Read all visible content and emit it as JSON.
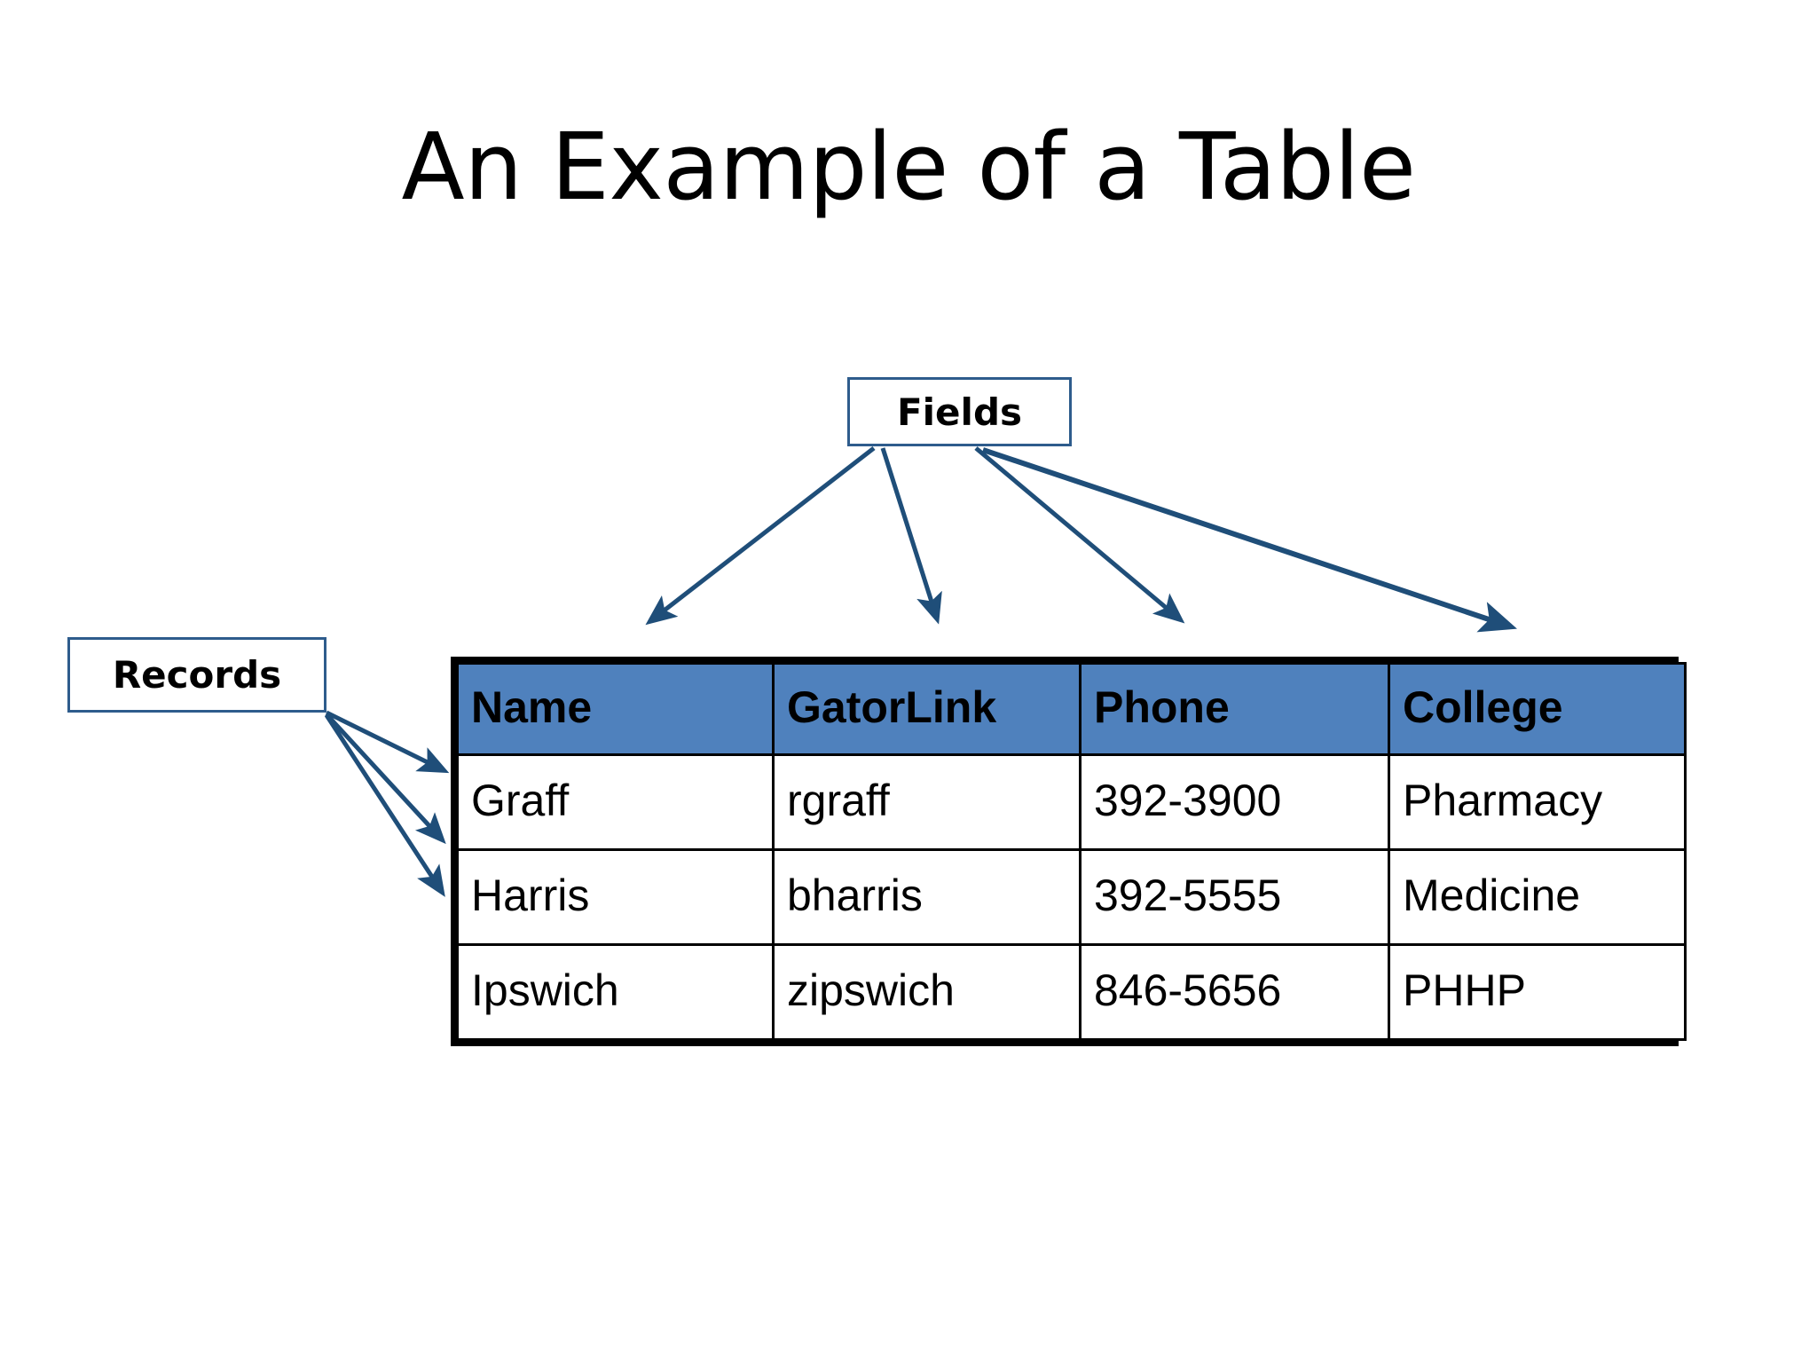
{
  "slide": {
    "title": "An Example of a Table",
    "background_color": "#FFFFFF"
  },
  "callouts": {
    "fields": {
      "label": "Fields",
      "border_color": "#2E5C8C",
      "text_color": "#000000",
      "background_color": "#FFFFFF"
    },
    "records": {
      "label": "Records",
      "border_color": "#2E5C8C",
      "text_color": "#000000",
      "background_color": "#FFFFFF"
    }
  },
  "arrows": {
    "color": "#1F4E79",
    "fields_arrow_count": 4,
    "records_arrow_count": 3
  },
  "table": {
    "header_background": "#4F81BD",
    "border_color": "#000000",
    "columns": [
      "Name",
      "GatorLink",
      "Phone",
      "College"
    ],
    "rows": [
      [
        "Graff",
        "rgraff",
        "392-3900",
        "Pharmacy"
      ],
      [
        "Harris",
        "bharris",
        "392-5555",
        "Medicine"
      ],
      [
        "Ipswich",
        "zipswich",
        "846-5656",
        "PHHP"
      ]
    ]
  }
}
